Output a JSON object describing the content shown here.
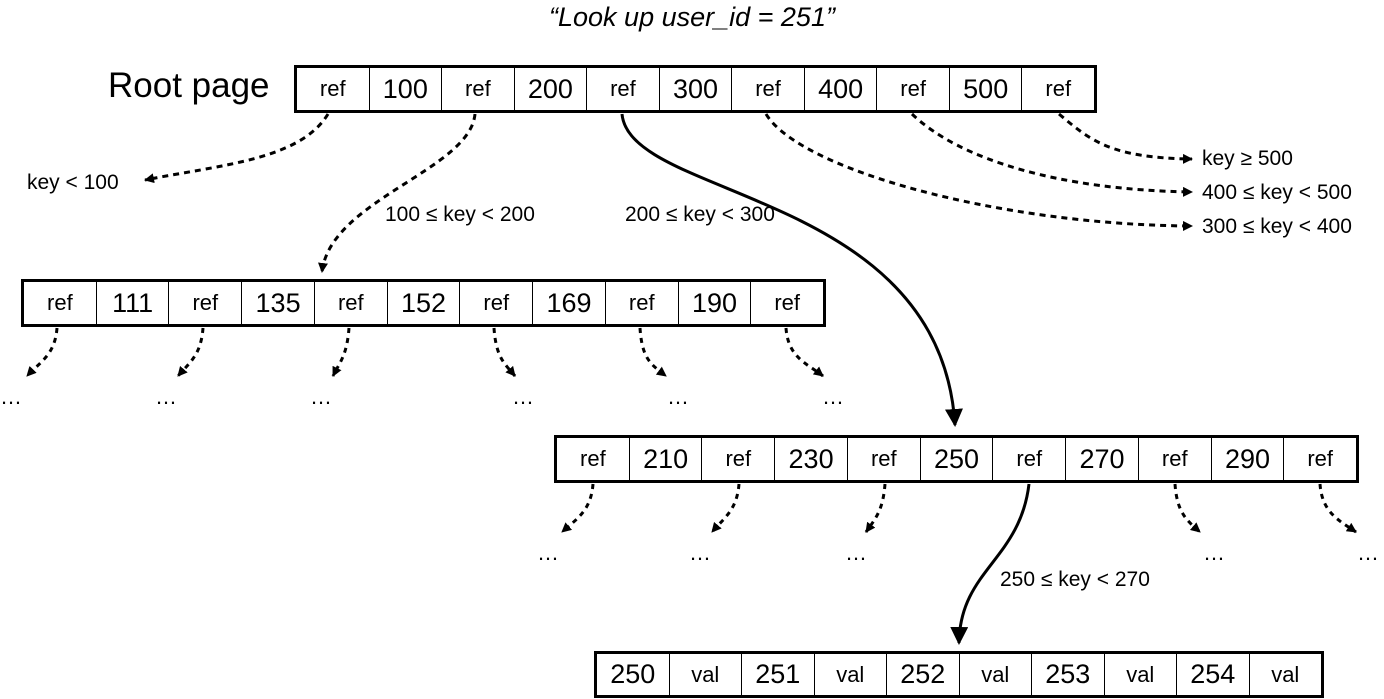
{
  "title": "“Look up user_id = 251”",
  "root_label": "Root page",
  "pages": {
    "root": [
      "ref",
      "100",
      "ref",
      "200",
      "ref",
      "300",
      "ref",
      "400",
      "ref",
      "500",
      "ref"
    ],
    "level1": [
      "ref",
      "111",
      "ref",
      "135",
      "ref",
      "152",
      "ref",
      "169",
      "ref",
      "190",
      "ref"
    ],
    "level2": [
      "ref",
      "210",
      "ref",
      "230",
      "ref",
      "250",
      "ref",
      "270",
      "ref",
      "290",
      "ref"
    ],
    "leaf": [
      "250",
      "val",
      "251",
      "val",
      "252",
      "val",
      "253",
      "val",
      "254",
      "val"
    ]
  },
  "ranges": {
    "lt100": "key < 100",
    "r100_200": "100 ≤ key < 200",
    "r200_300": "200 ≤ key < 300",
    "ge500": "key ≥ 500",
    "r400_500": "400 ≤ key < 500",
    "r300_400": "300 ≤ key < 400",
    "r250_270": "250 ≤ key < 270"
  },
  "ellipsis": "…"
}
